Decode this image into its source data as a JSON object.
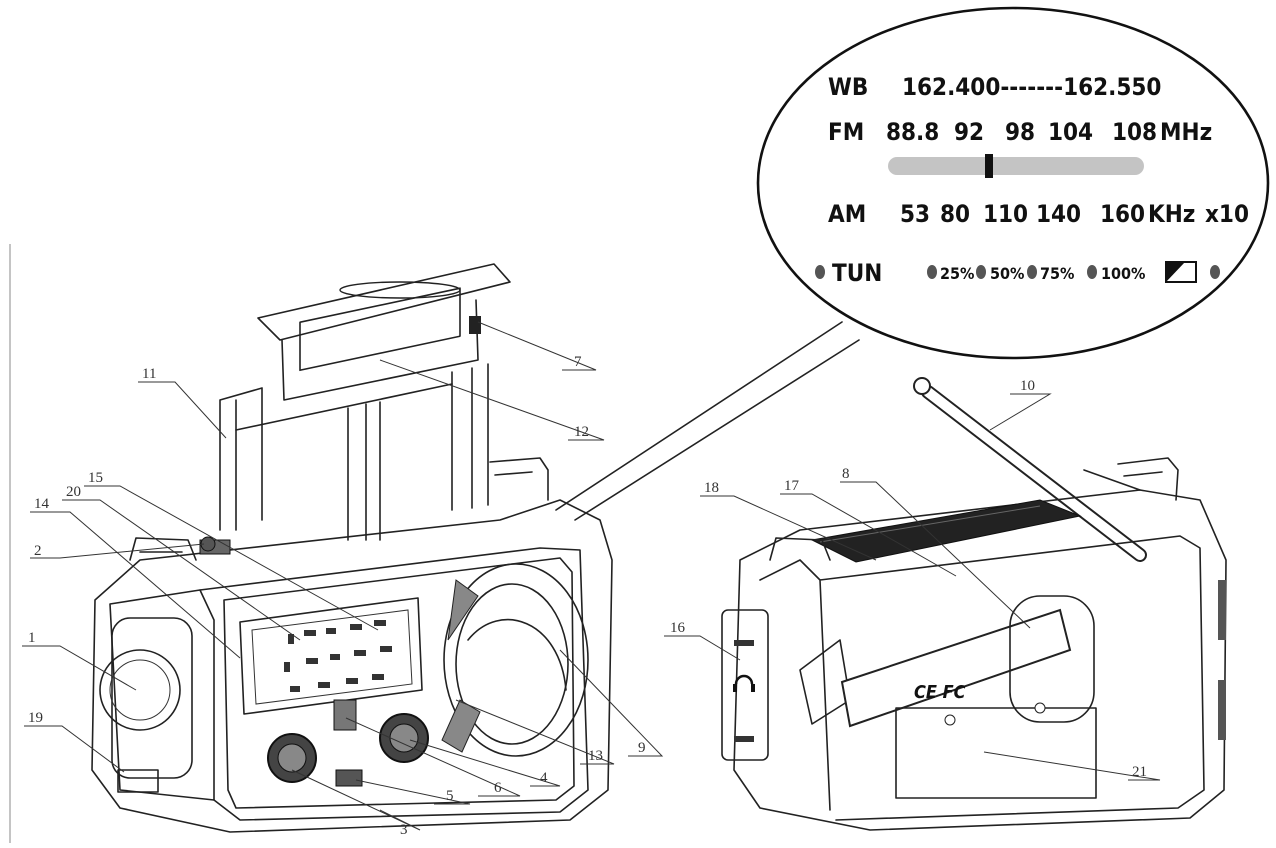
{
  "dial": {
    "wb_label": "WB",
    "wb_range": "162.400-------162.550",
    "fm_label": "FM",
    "fm_ticks": [
      "88.8",
      "92",
      "98",
      "104",
      "108"
    ],
    "fm_unit": "MHz",
    "am_label": "AM",
    "am_ticks": [
      "53",
      "80",
      "110",
      "140",
      "160"
    ],
    "am_unit": "KHz",
    "am_multiplier": "x10",
    "tun_label": "TUN",
    "battery_levels": [
      "25%",
      "50%",
      "75%",
      "100%"
    ]
  },
  "callouts": [
    "1",
    "2",
    "3",
    "4",
    "5",
    "6",
    "7",
    "8",
    "9",
    "10",
    "11",
    "12",
    "13",
    "14",
    "15",
    "16",
    "17",
    "18",
    "19",
    "20",
    "21"
  ],
  "markings": {
    "certification": "CE FC"
  }
}
